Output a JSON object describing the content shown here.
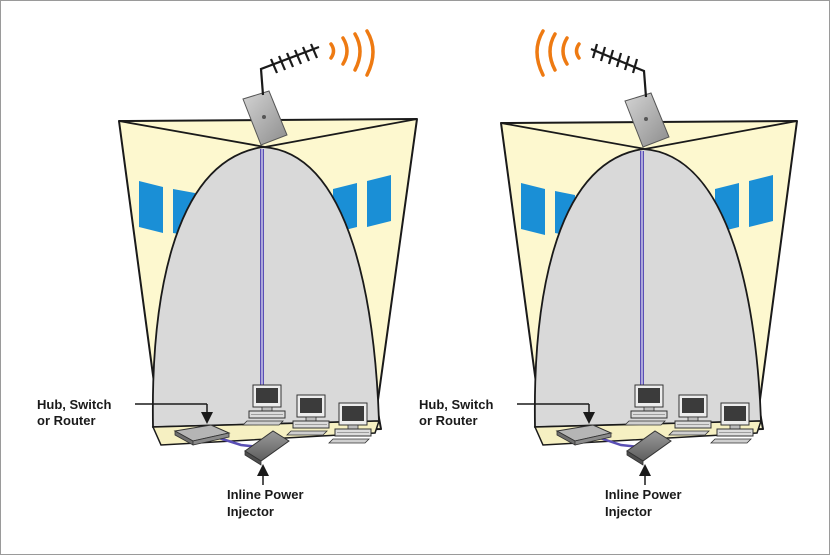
{
  "scenes": [
    {
      "signal_direction": "right",
      "labels": {
        "hub": [
          "Hub, Switch",
          "or Router"
        ],
        "injector": [
          "Inline Power",
          "Injector"
        ]
      }
    },
    {
      "signal_direction": "left",
      "labels": {
        "hub": [
          "Hub, Switch",
          "or Router"
        ],
        "injector": [
          "Inline Power",
          "Injector"
        ]
      }
    }
  ],
  "colors": {
    "room_wall": "#fdf8cf",
    "coverage": "#d9d9d9",
    "window": "#1a8fd6",
    "signal_wave": "#ee7a12",
    "cable": "#5a4fb5",
    "outline": "#1a1a1a"
  }
}
